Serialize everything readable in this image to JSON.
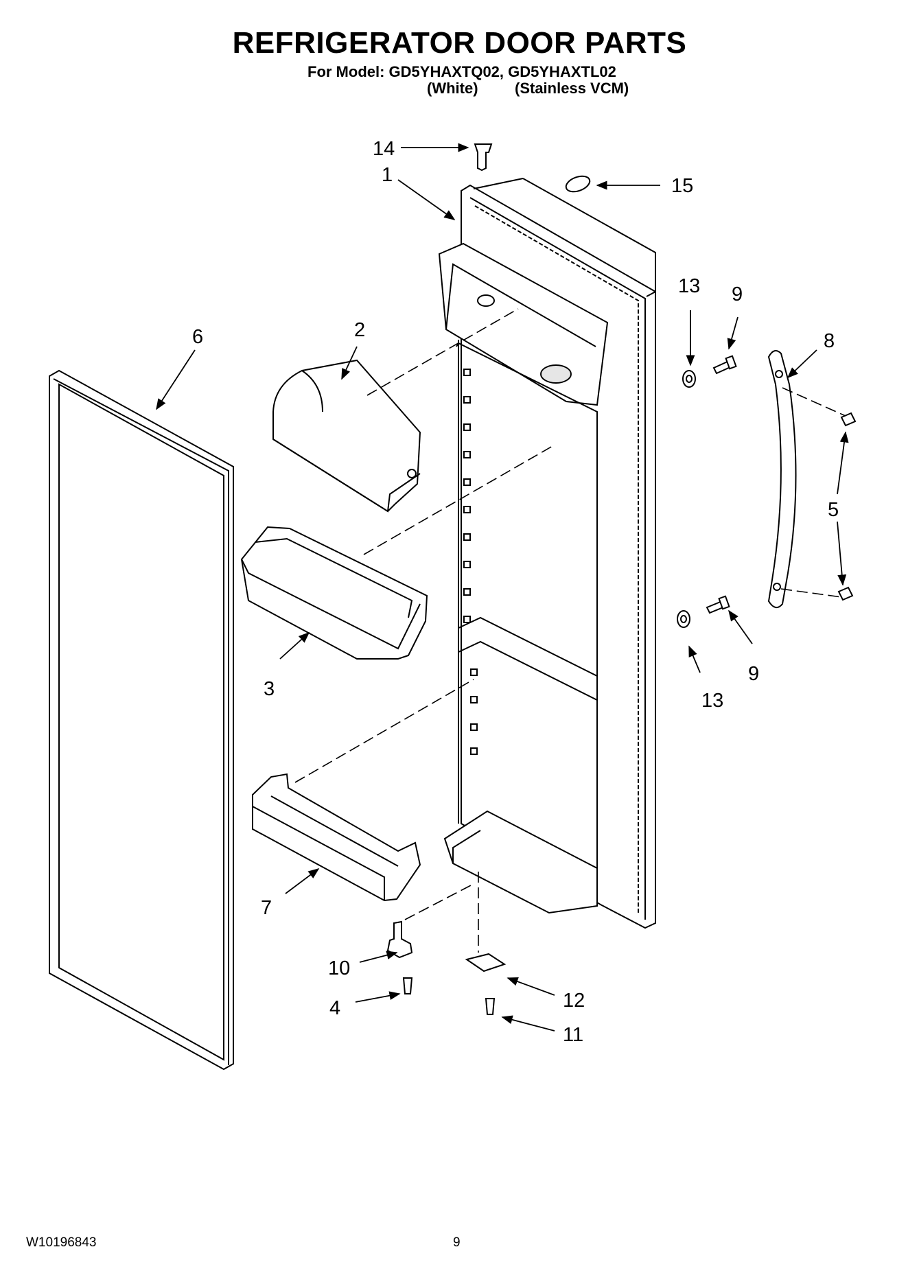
{
  "header": {
    "title": "REFRIGERATOR DOOR PARTS",
    "models_line": "For Model: GD5YHAXTQ02, GD5YHAXTL02",
    "variant_white": "(White)",
    "variant_stainless": "(Stainless VCM)"
  },
  "callouts": [
    "14",
    "1",
    "15",
    "13",
    "9",
    "8",
    "2",
    "6",
    "5",
    "3",
    "9",
    "13",
    "7",
    "10",
    "12",
    "4",
    "11"
  ],
  "footer": {
    "doc_number": "W10196843",
    "page_number": "9"
  },
  "colors": {
    "line": "#000000",
    "background": "#ffffff",
    "shading": "#d9d9d9"
  }
}
